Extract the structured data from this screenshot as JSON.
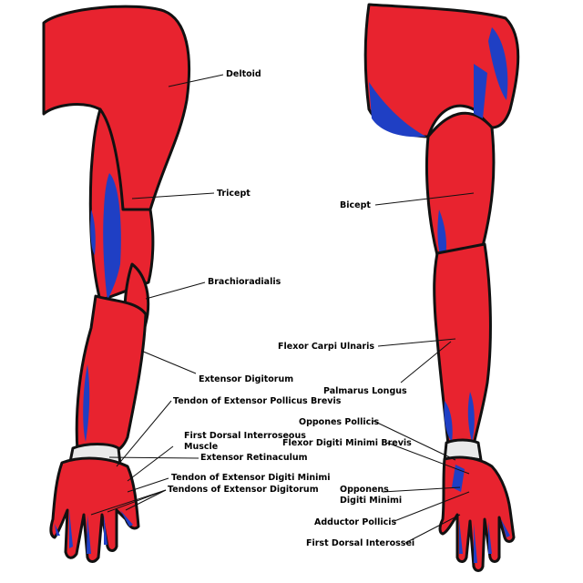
{
  "colors": {
    "muscle": "#e8232f",
    "muscle_light": "#f28a8e",
    "tendon": "#1f3fc4",
    "outline": "#111111",
    "bone": "#e9e9e9"
  },
  "labels": {
    "deltoid": "Deltoid",
    "tricept": "Tricept",
    "brachioradialis": "Brachioradialis",
    "extensor_digitorum": "Extensor Digitorum",
    "tendon_extensor_pollicus_brevis": "Tendon of Extensor Pollicus Brevis",
    "first_dorsal_interroseous_1": "First Dorsal Interroseous",
    "first_dorsal_interroseous_2": "Muscle",
    "extensor_retinaculum": "Extensor Retinaculum",
    "tendon_extensor_digiti_minimi": "Tendon of Extensor Digiti Minimi",
    "tendons_extensor_digitorum": "Tendons of Extensor Digitorum",
    "bicept": "Bicept",
    "flexor_carpi_ulnaris": "Flexor Carpi Ulnaris",
    "palmarus_longus": "Palmarus Longus",
    "oppones_pollicis": "Oppones Pollicis",
    "flexor_digiti_minimi_brevis": "Flexor Digiti Minimi Brevis",
    "opponens_digiti_minimi_1": "Opponens",
    "opponens_digiti_minimi_2": "Digiti Minimi",
    "adductor_pollicis": "Adductor Pollicis",
    "first_dorsal_interossei": "First Dorsal Interossei"
  }
}
